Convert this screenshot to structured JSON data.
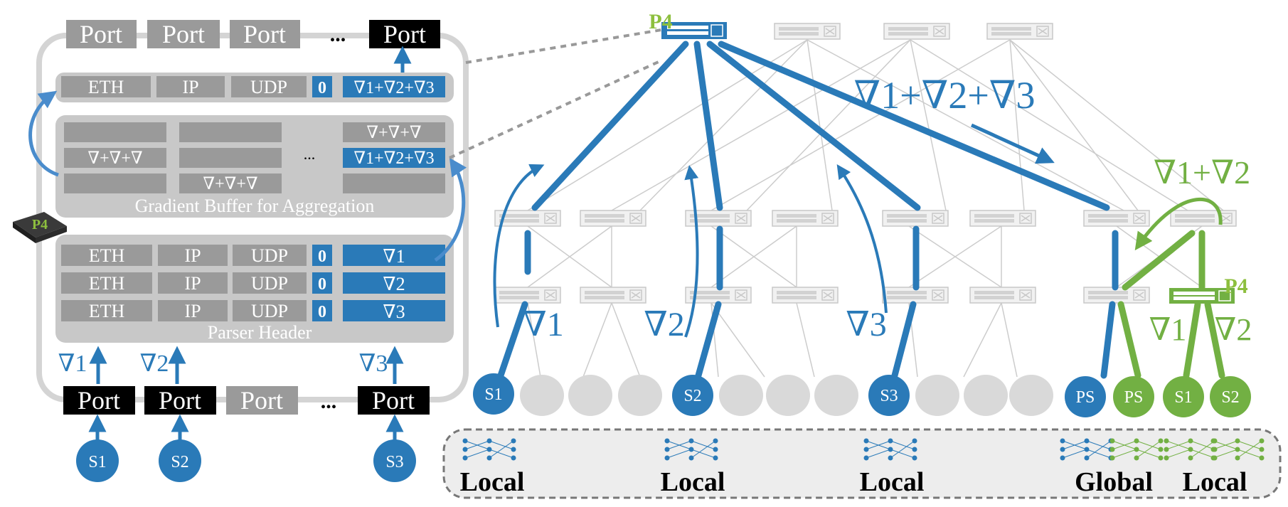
{
  "colors": {
    "blue": "#2a7ab8",
    "green": "#72b043",
    "gray_box": "#9a9a9a",
    "gray_panel": "#c8c8c8",
    "light_gray": "#d9d9d9",
    "black": "#000000",
    "outline": "#d4d4d4"
  },
  "switch": {
    "top_ports": [
      "Port",
      "Port",
      "Port",
      "Port"
    ],
    "top_dots": "...",
    "bottom_ports": [
      "Port",
      "Port",
      "Port",
      "Port"
    ],
    "bottom_dots": "...",
    "output_packet": {
      "eth": "ETH",
      "ip": "IP",
      "udp": "UDP",
      "flag": "0",
      "grad": "∇1+∇2+∇3"
    },
    "buffer": {
      "label": "Gradient Buffer for Aggregation",
      "cell_top_right": "∇+∇+∇",
      "cell_mid_left": "∇+∇+∇",
      "cell_mid_right": "∇1+∇2+∇3",
      "cell_bottom_mid": "∇+∇+∇",
      "dots": "..."
    },
    "parser": {
      "label": "Parser Header",
      "rows": [
        {
          "eth": "ETH",
          "ip": "IP",
          "udp": "UDP",
          "flag": "0",
          "grad": "∇1"
        },
        {
          "eth": "ETH",
          "ip": "IP",
          "udp": "UDP",
          "flag": "0",
          "grad": "∇2"
        },
        {
          "eth": "ETH",
          "ip": "IP",
          "udp": "UDP",
          "flag": "0",
          "grad": "∇3"
        }
      ]
    },
    "input_grads": [
      "∇1",
      "∇2",
      "∇3"
    ],
    "servers": [
      "S1",
      "S2",
      "S3"
    ],
    "p4_logo": "P4"
  },
  "topology": {
    "grad_labels": {
      "sum3": "∇1+∇2+∇3",
      "sum2": "∇1+∇2",
      "g1": "∇1",
      "g2": "∇2",
      "g3": "∇3",
      "g1_green": "∇1",
      "g2_green": "∇2"
    },
    "hosts": [
      "S1",
      "S2",
      "S3",
      "PS",
      "PS",
      "S1",
      "S2"
    ],
    "models": [
      "Local",
      "Local",
      "Local",
      "Global",
      "Local"
    ],
    "p4_logo": "P4"
  }
}
